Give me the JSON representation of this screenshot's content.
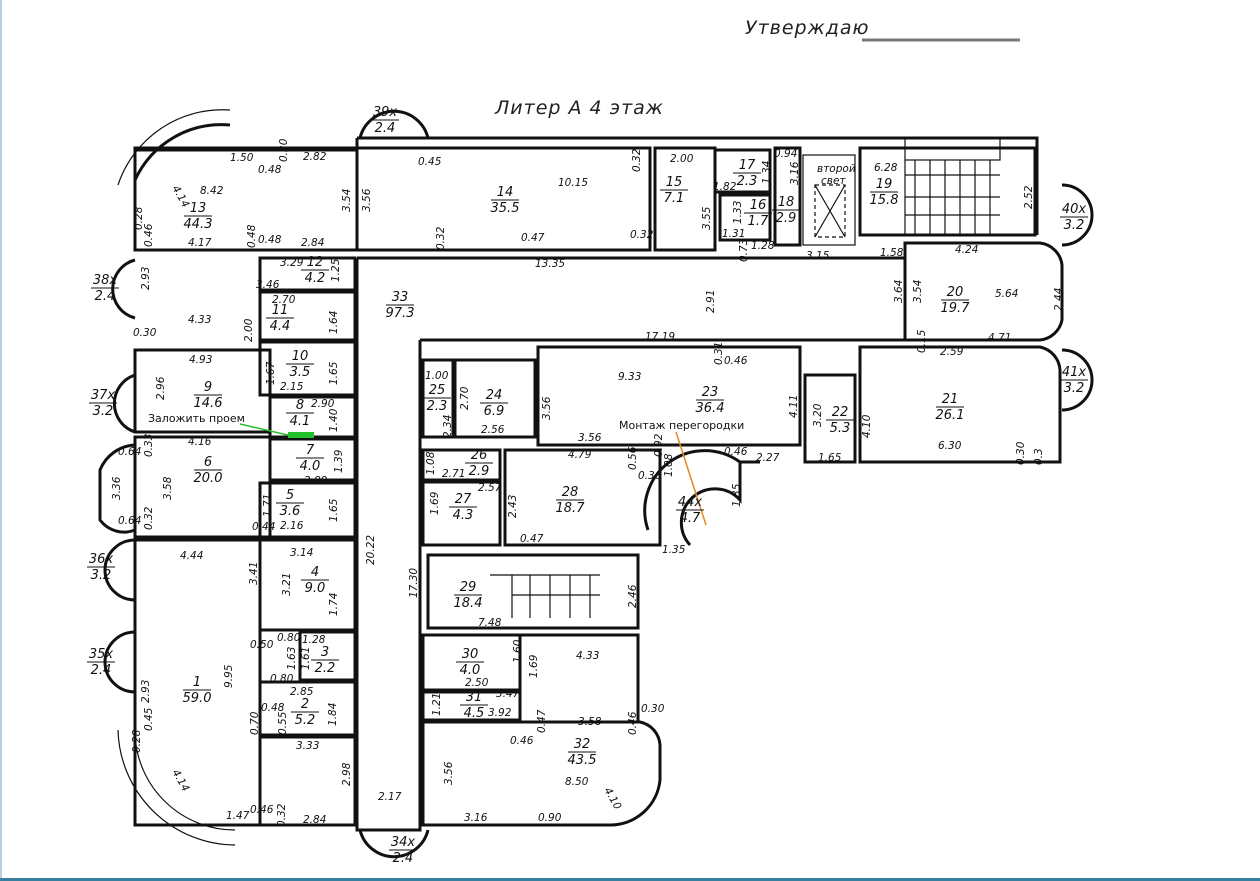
{
  "header": {
    "approve_label": "Утверждаю",
    "title": "Литер А   4 этаж"
  },
  "notes": {
    "close_opening": "Заложить проем",
    "partition_install": "Монтаж перегородки",
    "second_light_1": "второй",
    "second_light_2": "свет"
  },
  "colors": {
    "close_opening_marker": "#22c02a",
    "partition_marker": "#e08a20",
    "walls": "#111111"
  },
  "rooms": [
    {
      "n": "1",
      "a": "59.0"
    },
    {
      "n": "2",
      "a": "5.2"
    },
    {
      "n": "3",
      "a": "2.2"
    },
    {
      "n": "4",
      "a": "9.0"
    },
    {
      "n": "5",
      "a": "3.6"
    },
    {
      "n": "6",
      "a": "20.0"
    },
    {
      "n": "7",
      "a": "4.0"
    },
    {
      "n": "8",
      "a": "4.1"
    },
    {
      "n": "9",
      "a": "14.6"
    },
    {
      "n": "10",
      "a": "3.5"
    },
    {
      "n": "11",
      "a": "4.4"
    },
    {
      "n": "12",
      "a": "4.2"
    },
    {
      "n": "13",
      "a": "44.3"
    },
    {
      "n": "14",
      "a": "35.5"
    },
    {
      "n": "15",
      "a": "7.1"
    },
    {
      "n": "16",
      "a": "1.7"
    },
    {
      "n": "17",
      "a": "2.3"
    },
    {
      "n": "18",
      "a": "2.9"
    },
    {
      "n": "19",
      "a": "15.8"
    },
    {
      "n": "20",
      "a": "19.7"
    },
    {
      "n": "21",
      "a": "26.1"
    },
    {
      "n": "22",
      "a": "5.3"
    },
    {
      "n": "23",
      "a": "36.4"
    },
    {
      "n": "24",
      "a": "6.9"
    },
    {
      "n": "25",
      "a": "2.3"
    },
    {
      "n": "26",
      "a": "2.9"
    },
    {
      "n": "27",
      "a": "4.3"
    },
    {
      "n": "28",
      "a": "18.7"
    },
    {
      "n": "29",
      "a": "18.4"
    },
    {
      "n": "30",
      "a": "4.0"
    },
    {
      "n": "31",
      "a": "4.5"
    },
    {
      "n": "32",
      "a": "43.5"
    },
    {
      "n": "33",
      "a": "97.3"
    },
    {
      "n": "34x",
      "a": "2.4"
    },
    {
      "n": "35x",
      "a": "2.4"
    },
    {
      "n": "36x",
      "a": "3.2"
    },
    {
      "n": "37x",
      "a": "3.2"
    },
    {
      "n": "38x",
      "a": "2.4"
    },
    {
      "n": "39x",
      "a": "2.4"
    },
    {
      "n": "40x",
      "a": "3.2"
    },
    {
      "n": "41x",
      "a": "3.2"
    },
    {
      "n": "44x",
      "a": "4.7"
    }
  ],
  "dimensions": [
    "1.50",
    "0.48",
    "0.30",
    "2.82",
    "8.42",
    "4.14",
    "3.54",
    "3.56",
    "4.17",
    "0.48",
    "2.84",
    "0.28",
    "0.46",
    "2.93",
    "0.48",
    "3.29",
    "3.46",
    "1.25",
    "2.70",
    "1.64",
    "2.00",
    "4.33",
    "0.30",
    "1.65",
    "1.67",
    "4.93",
    "2.96",
    "2.15",
    "2.90",
    "1.40",
    "4.16",
    "0.33",
    "0.64",
    "3.58",
    "3.36",
    "1.39",
    "2.89",
    "1.71",
    "1.65",
    "0.64",
    "0.32",
    "0.44",
    "2.16",
    "4.44",
    "3.14",
    "3.41",
    "3.21",
    "1.74",
    "0.50",
    "0.80",
    "1.28",
    "1.63",
    "1.61",
    "0.80",
    "2.85",
    "1.84",
    "0.70",
    "0.48",
    "0.55",
    "9.95",
    "2.93",
    "0.45",
    "0.28",
    "3.33",
    "2.98",
    "4.14",
    "1.47",
    "0.46",
    "0.32",
    "2.84",
    "20.22",
    "17.30",
    "2.17",
    "13.35",
    "2.91",
    "17.19",
    "0.45",
    "0.32",
    "0.47",
    "10.15",
    "0.32",
    "0.32",
    "2.00",
    "3.55",
    "1.82",
    "1.34",
    "0.94",
    "3.16",
    "1.33",
    "1.31",
    "0.73",
    "1.28",
    "3.15",
    "1.58",
    "6.28",
    "2.52",
    "4.24",
    "3.64",
    "3.54",
    "5.64",
    "2.44",
    "4.71",
    "0.15",
    "2.59",
    "0.31",
    "0.46",
    "9.33",
    "3.56",
    "4.11",
    "3.20",
    "4.10",
    "3.56",
    "6.30",
    "0.30",
    "0.3",
    "0.46",
    "2.27",
    "1.65",
    "1.00",
    "2.70",
    "2.34",
    "2.56",
    "1.08",
    "2.71",
    "2.57",
    "1.69",
    "2.43",
    "4.79",
    "0.56",
    "0.36",
    "0.92",
    "1.08",
    "1.35",
    "0.47",
    "1.35",
    "2.46",
    "7.48",
    "1.60",
    "1.69",
    "2.50",
    "3.47",
    "4.33",
    "1.21",
    "3.92",
    "0.47",
    "0.46",
    "3.58",
    "0.46",
    "0.30",
    "3.56",
    "8.50",
    "4.10",
    "3.16",
    "0.90"
  ]
}
